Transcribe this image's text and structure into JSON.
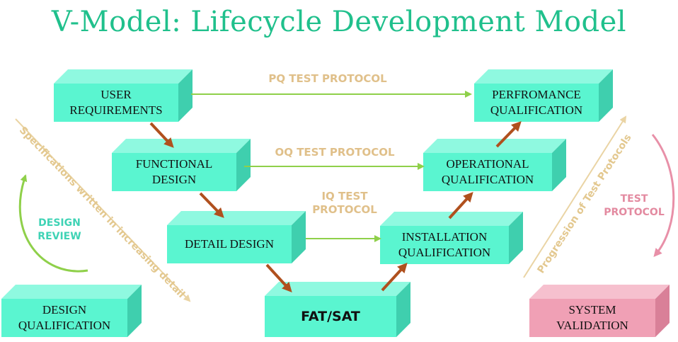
{
  "title": "V-Model: Lifecycle Development Model",
  "boxes": {
    "user_requirements": "USER\nREQUIREMENTS",
    "functional_design": "FUNCTIONAL\nDESIGN",
    "detail_design": "DETAIL DESIGN",
    "fat_sat": "FAT/SAT",
    "installation_qualification": "INSTALLATION\nQUALIFICATION",
    "operational_qualification": "OPERATIONAL\nQUALIFICATION",
    "performance_qualification": "PERFROMANCE\nQUALIFICATION",
    "design_qualification": "DESIGN\nQUALIFICATION",
    "system_validation": "SYSTEM\nVALIDATION"
  },
  "labels": {
    "pq_protocol": "PQ TEST PROTOCOL",
    "oq_protocol": "OQ TEST PROTOCOL",
    "iq_protocol": "IQ TEST\nPROTOCOL",
    "design_review": "DESIGN\nREVIEW",
    "test_protocol": "TEST\nPROTOCOL",
    "specifications": "Specifications written in increasing detail",
    "progression": "Progression of Test Protocols"
  },
  "colors": {
    "title": "#20c08c",
    "box_front": "#5af5d0",
    "box_top": "#8ff9e0",
    "box_side": "#3fcfae",
    "validation_front": "#f0a0b5",
    "brown_arrow": "#b0501e",
    "green_arrow": "#8fd04a",
    "tan_text": "#e0c08a"
  }
}
